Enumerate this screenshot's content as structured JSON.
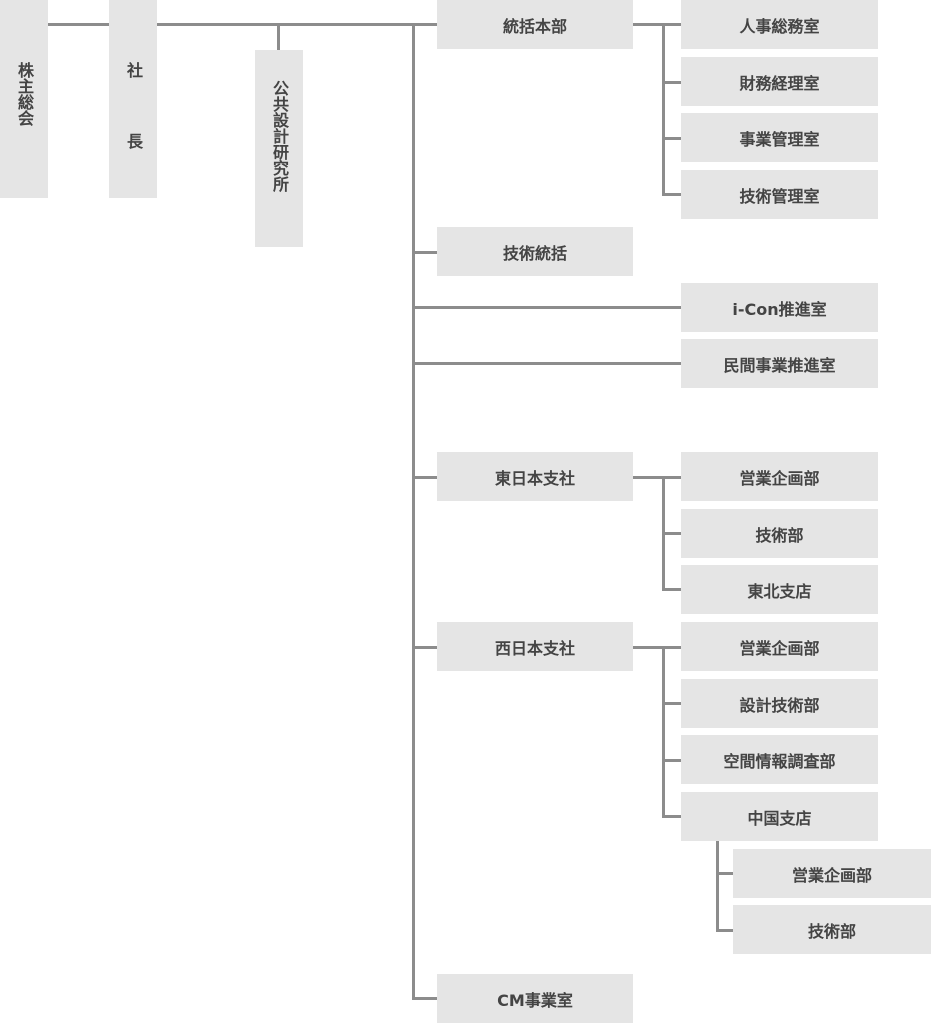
{
  "line_color": "#8c8c8c",
  "box_color": "#e5e5e5",
  "text_color": "#444444",
  "top": {
    "shareholders": "株主総会",
    "president": "社 長",
    "institute": "公共設計研究所"
  },
  "hq": {
    "label": "統括本部",
    "children": [
      "人事総務室",
      "財務経理室",
      "事業管理室",
      "技術管理室"
    ]
  },
  "tech": "技術統括",
  "icon_office": "i-Con推進室",
  "private_office": "民間事業推進室",
  "east": {
    "label": "東日本支社",
    "children": [
      "営業企画部",
      "技術部",
      "東北支店"
    ]
  },
  "west": {
    "label": "西日本支社",
    "children": [
      "営業企画部",
      "設計技術部",
      "空間情報調査部",
      "中国支店"
    ],
    "chugoku_children": [
      "営業企画部",
      "技術部"
    ]
  },
  "cm": "CM事業室"
}
